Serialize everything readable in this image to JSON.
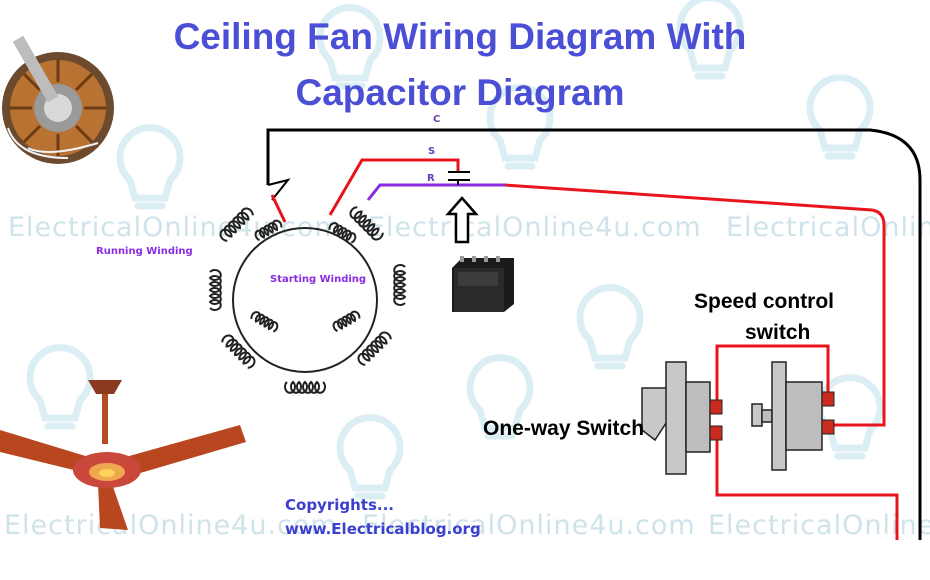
{
  "title": {
    "line1": "Ceiling Fan Wiring Diagram With",
    "line2": "Capacitor Diagram"
  },
  "watermark": {
    "text_full": "ElectricalOnline4u.com",
    "text_partial_left": "ElectricalOnline4u.com",
    "text_partial_right": "ElectricalOnline"
  },
  "wire_labels": {
    "common": "C",
    "start": "S",
    "run": "R"
  },
  "winding_labels": {
    "running": "Running Winding",
    "starting": "Starting Winding"
  },
  "components": {
    "speed_control_line1": "Speed control",
    "speed_control_line2": "switch",
    "one_way_switch": "One-way Switch"
  },
  "copyright": {
    "line1": "Copyrights...",
    "line2": "www.Electricalblog.org"
  },
  "colors": {
    "title": "#4a4fd6",
    "wire_live": "#e8141b",
    "wire_neutral": "#000000",
    "wire_run": "#8a2be2",
    "label_running": "#8a2be2",
    "label_starting": "#8a2be2",
    "watermark": "#cfe3ea"
  }
}
